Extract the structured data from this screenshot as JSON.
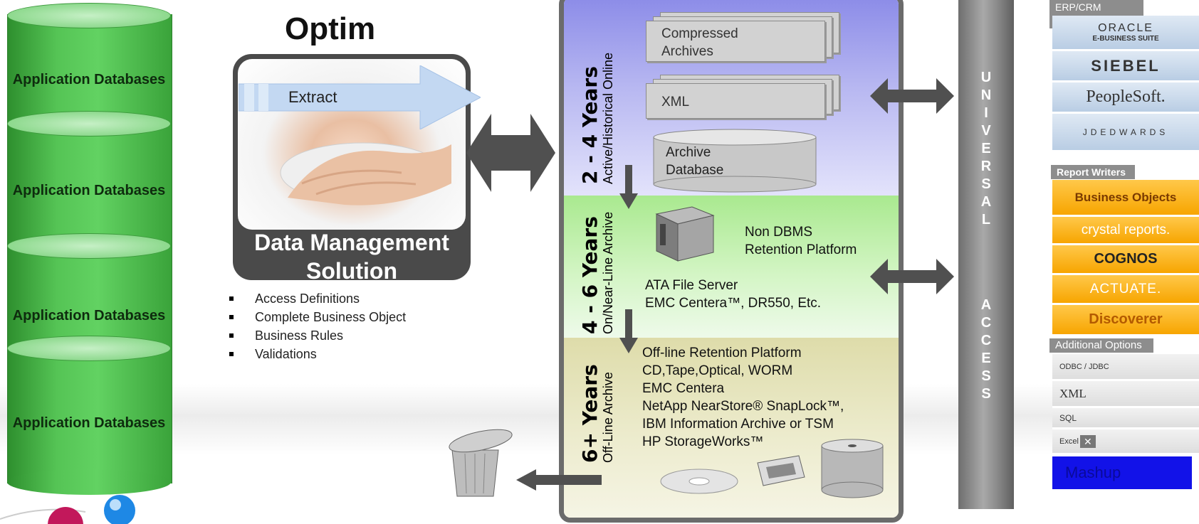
{
  "databases": {
    "items": [
      {
        "label": "Application Databases"
      },
      {
        "label": "Application Databases"
      },
      {
        "label": "Application Databases"
      },
      {
        "label": "Application Databases"
      }
    ]
  },
  "optim": {
    "title": "Optim",
    "extract_label": "Extract",
    "caption_line1": "Data Management",
    "caption_line2": "Solution",
    "bullets": [
      "Access Definitions",
      "Complete Business Object",
      "Business Rules",
      "Validations"
    ]
  },
  "tiers": [
    {
      "years": "2 - 4 Years",
      "subtitle": "Active/Historical Online"
    },
    {
      "years": "4 - 6 Years",
      "subtitle": "On/Near-Line Archive"
    },
    {
      "years": "6+ Years",
      "subtitle": "Off-Line Archive"
    }
  ],
  "tier1": {
    "compressed_line1": "Compressed",
    "compressed_line2": "Archives",
    "xml": "XML",
    "archive_db_line1": "Archive",
    "archive_db_line2": "Database"
  },
  "tier2": {
    "platform_line1": "Non DBMS",
    "platform_line2": "Retention Platform",
    "server_line1": "ATA File Server",
    "server_line2": "EMC Centera™, DR550, Etc."
  },
  "tier3": {
    "lines": [
      "Off-line Retention Platform",
      "CD,Tape,Optical, WORM",
      "EMC Centera",
      "NetApp NearStore® SnapLock™,",
      "IBM Information Archive or TSM",
      "HP StorageWorks™"
    ]
  },
  "universal_access": {
    "word1": [
      "U",
      "N",
      "I",
      "V",
      "E",
      "R",
      "S",
      "A",
      "L"
    ],
    "word2": [
      "A",
      "C",
      "C",
      "E",
      "S",
      "S"
    ]
  },
  "right_column": {
    "erp_header": "ERP/CRM Applications",
    "erp_vendors": [
      "ORACLE",
      "E-BUSINESS SUITE",
      "SIEBEL",
      "PeopleSoft.",
      "JDEDWARDS"
    ],
    "report_header": "Report Writers",
    "report_vendors": [
      "Business Objects",
      "crystal reports.",
      "COGNOS",
      "ACTUATE.",
      "Discoverer"
    ],
    "options_header": "Additional Options",
    "options": [
      "ODBC / JDBC",
      "XML",
      "SQL",
      "Excel"
    ],
    "mashup": "Mashup"
  }
}
